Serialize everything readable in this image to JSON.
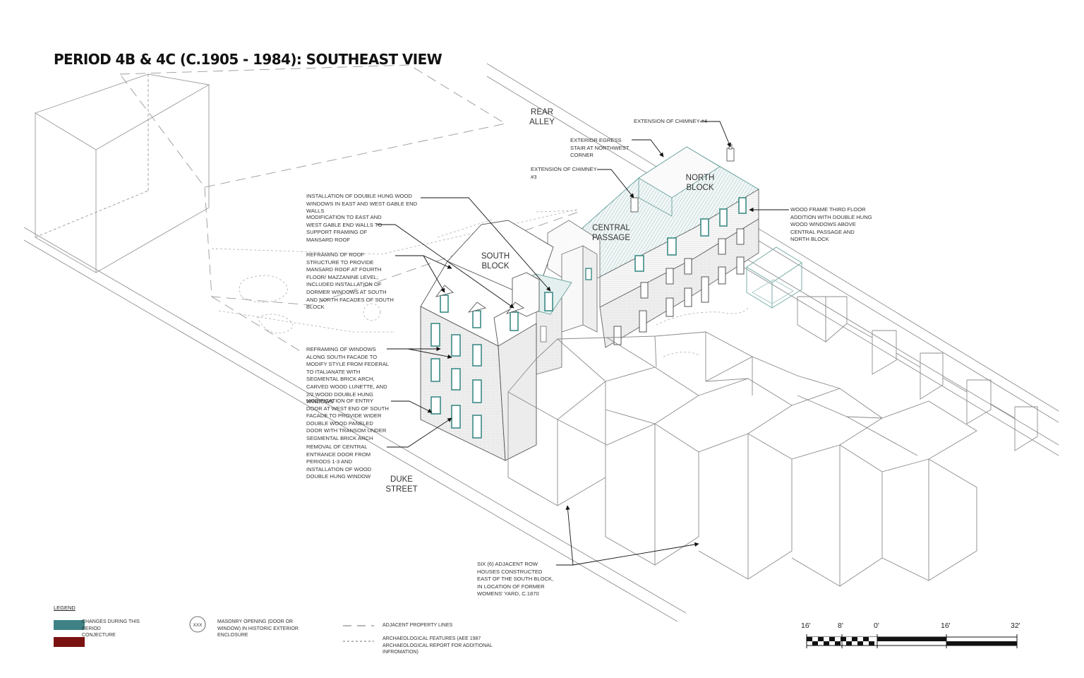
{
  "title": "PERIOD 4B & 4C (C.1905 - 1984): SOUTHEAST VIEW",
  "places": {
    "rear_alley": [
      "REAR",
      "ALLEY"
    ],
    "north_block": [
      "NORTH",
      "BLOCK"
    ],
    "central_passage": [
      "CENTRAL",
      "PASSAGE"
    ],
    "south_block": [
      "SOUTH",
      "BLOCK"
    ],
    "duke_street": [
      "DUKE",
      "STREET"
    ]
  },
  "notes": {
    "chimney4": "EXTENSION OF CHIMNEY #4",
    "egress_stair": "EXTERIOR EGRESS STAIR AT NORTHWEST CORNER",
    "chimney3": "EXTENSION OF CHIMNEY #3",
    "double_hung": "INSTALLATION OF DOUBLE HUNG WOOD WINDOWS IN EAST AND WEST GABLE END WALLS",
    "gable_mod": "MODIFICATION TO EAST AND WEST GABLE END WALLS TO SUPPORT FRAMING OF MANSARD ROOF",
    "roof_reframe": "REFRAMING OF ROOF STRUCTURE TO PROVIDE MANSARD ROOF AT FOURTH FLOOR/ MAZZANINE LEVEL; INCLUDED INSTALLATION OF DORMER WINDOWS AT SOUTH AND NORTH FACADES OF SOUTH BLOCK",
    "wood_frame": "WOOD FRAME THIRD FLOOR ADDITION WITH DOUBLE HUNG WOOD WINDOWS ABOVE CENTRAL PASSAGE AND NORTH BLOCK",
    "window_reframe": "REFRAMING OF WINDOWS ALONG SOUTH FACADE TO MODIFY STYLE FROM FEDERAL TO ITALIANATE WITH SEGMENTAL BRICK ARCH, CARVED WOOD LUNETTE, AND 2/2 WOOD DOUBLE HUNG WINDOWS",
    "entry_door": "MODIFICATION OF ENTRY DOOR AT WEST END OF SOUTH FACADE TO PROVIDE WIDER DOUBLE WOOD PANELED DOOR WITH TRANSOM UNDER SEGMENTAL BRICK ARCH",
    "central_entrance": "REMOVAL OF CENTRAL ENTRANCE DOOR FROM PERIODS 1-3 AND INSTALLATION OF WOOD DOUBLE HUNG WINDOW",
    "row_houses": "SIX (6) ADJACENT ROW HOUSES CONSTRUCTED EAST OF THE SOUTH BLOCK, IN LOCATION OF FORMER WOMENS' YARD, C.1870"
  },
  "legend": {
    "title": "LEGEND",
    "changes": "CHANGES DURING THIS PERIOD",
    "conjecture": "CONJECTURE",
    "masonry_symbol": "XXX",
    "masonry": "MASONRY OPENING (DOOR OR WINDOW) IN HISTORIC EXTERIOR ENCLOSURE",
    "property_lines": "ADJACENT PROPERTY LINES",
    "archaeological": "ARCHAEOLOGICAL FEATURES (AEE 1987 ARCHAEOLOGICAL REPORT FOR ADDITIONAL INFROMATION)"
  },
  "scale": {
    "labels": [
      "16'",
      "8'",
      "0'",
      "16'",
      "32'"
    ]
  },
  "colors": {
    "changes": "#3f8285",
    "conjecture": "#7a1212",
    "window": "#3c8a86",
    "line": "#666666",
    "light_line": "#9a9a9a"
  }
}
